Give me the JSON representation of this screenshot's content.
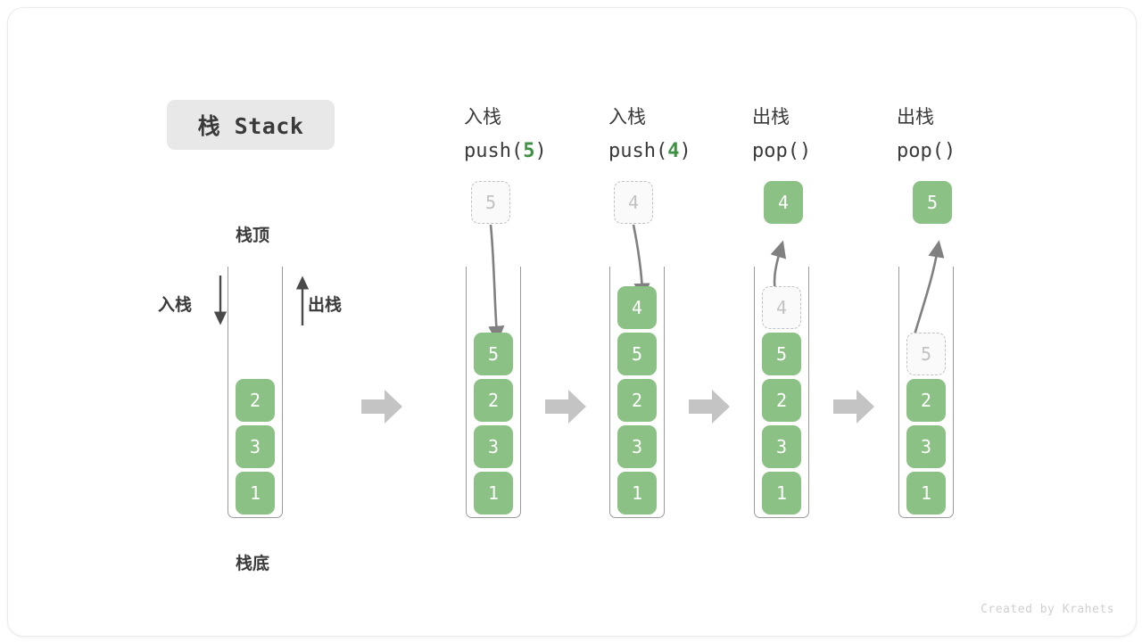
{
  "diagram": {
    "title_badge": "栈 Stack",
    "credit": "Created by Krahets",
    "labels": {
      "top": "栈顶",
      "bottom": "栈底",
      "push_side": "入栈",
      "pop_side": "出栈"
    },
    "colors": {
      "cell_fill": "#8cc185",
      "cell_text": "#ffffff",
      "ghost_border": "#c2c2c2",
      "ghost_text": "#c2c2c2",
      "container_stroke": "#9a9a9a",
      "block_arrow": "#c4c4c4",
      "accent_green": "#3f9142",
      "text": "#3a3a3a",
      "badge_bg": "#e8e8e8"
    },
    "steps": [
      {
        "id": "initial",
        "op_cn": "",
        "op_code": "",
        "code_arg": "",
        "stack": [
          "2",
          "3",
          "1"
        ],
        "floating": null,
        "ghost_index": null
      },
      {
        "id": "push-5",
        "op_cn": "入栈",
        "op_code_prefix": "push(",
        "code_arg": "5",
        "op_code_suffix": ")",
        "stack": [
          "5",
          "2",
          "3",
          "1"
        ],
        "floating": {
          "value": "5",
          "style": "ghost"
        },
        "arrow_direction": "down"
      },
      {
        "id": "push-4",
        "op_cn": "入栈",
        "op_code_prefix": "push(",
        "code_arg": "4",
        "op_code_suffix": ")",
        "stack": [
          "4",
          "5",
          "2",
          "3",
          "1"
        ],
        "floating": {
          "value": "4",
          "style": "ghost"
        },
        "arrow_direction": "down"
      },
      {
        "id": "pop-4",
        "op_cn": "出栈",
        "op_code_prefix": "pop(",
        "code_arg": "",
        "op_code_suffix": ")",
        "stack": [
          "4",
          "5",
          "2",
          "3",
          "1"
        ],
        "ghost_index": 0,
        "floating": {
          "value": "4",
          "style": "solid"
        },
        "arrow_direction": "up"
      },
      {
        "id": "pop-5",
        "op_cn": "出栈",
        "op_code_prefix": "pop(",
        "code_arg": "",
        "op_code_suffix": ")",
        "stack": [
          "5",
          "2",
          "3",
          "1"
        ],
        "ghost_index": 0,
        "floating": {
          "value": "5",
          "style": "solid"
        },
        "arrow_direction": "up"
      }
    ]
  }
}
